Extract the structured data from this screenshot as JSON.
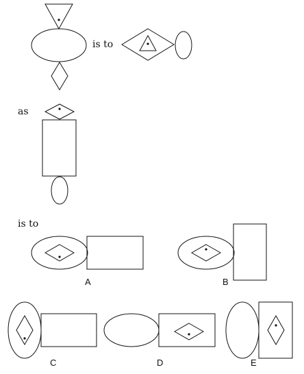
{
  "prompt": {
    "is_to_1": "is to",
    "as": "as",
    "is_to_2": "is to"
  },
  "options": {
    "a": "A",
    "b": "B",
    "c": "C",
    "d": "D",
    "e": "E"
  }
}
